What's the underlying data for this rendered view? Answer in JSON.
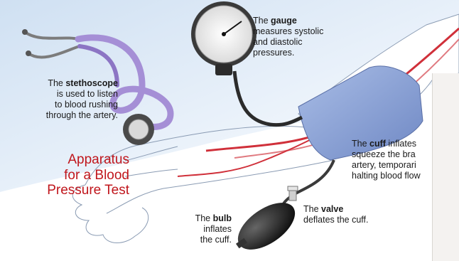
{
  "title": {
    "line1": "Apparatus",
    "line2": "for a Blood",
    "line3": "Pressure Test"
  },
  "labels": {
    "gauge": {
      "prefix": "The ",
      "bold": "gauge",
      "line2": "measures systolic",
      "line3": "and diastolic",
      "line4": "pressures."
    },
    "stethoscope": {
      "prefix": "The ",
      "bold": "stethoscope",
      "line2": "is used to listen",
      "line3": "to blood rushing",
      "line4": "through the artery."
    },
    "cuff": {
      "prefix": "The ",
      "bold": "cuff",
      "suffix": " inflates",
      "line2": "squeeze the bra",
      "line3": "artery, temporari",
      "line4": "halting blood flow"
    },
    "valve": {
      "prefix": "The ",
      "bold": "valve",
      "line2": "deflates the cuff."
    },
    "bulb": {
      "prefix": "The ",
      "bold": "bulb",
      "line2": "inflates",
      "line3": "the cuff."
    }
  },
  "colors": {
    "title": "#c0161c",
    "stethoscope_tube": "#a58fd6",
    "cuff": "#8ba3d6",
    "artery": "#d0303a",
    "bulb": "#222222"
  }
}
